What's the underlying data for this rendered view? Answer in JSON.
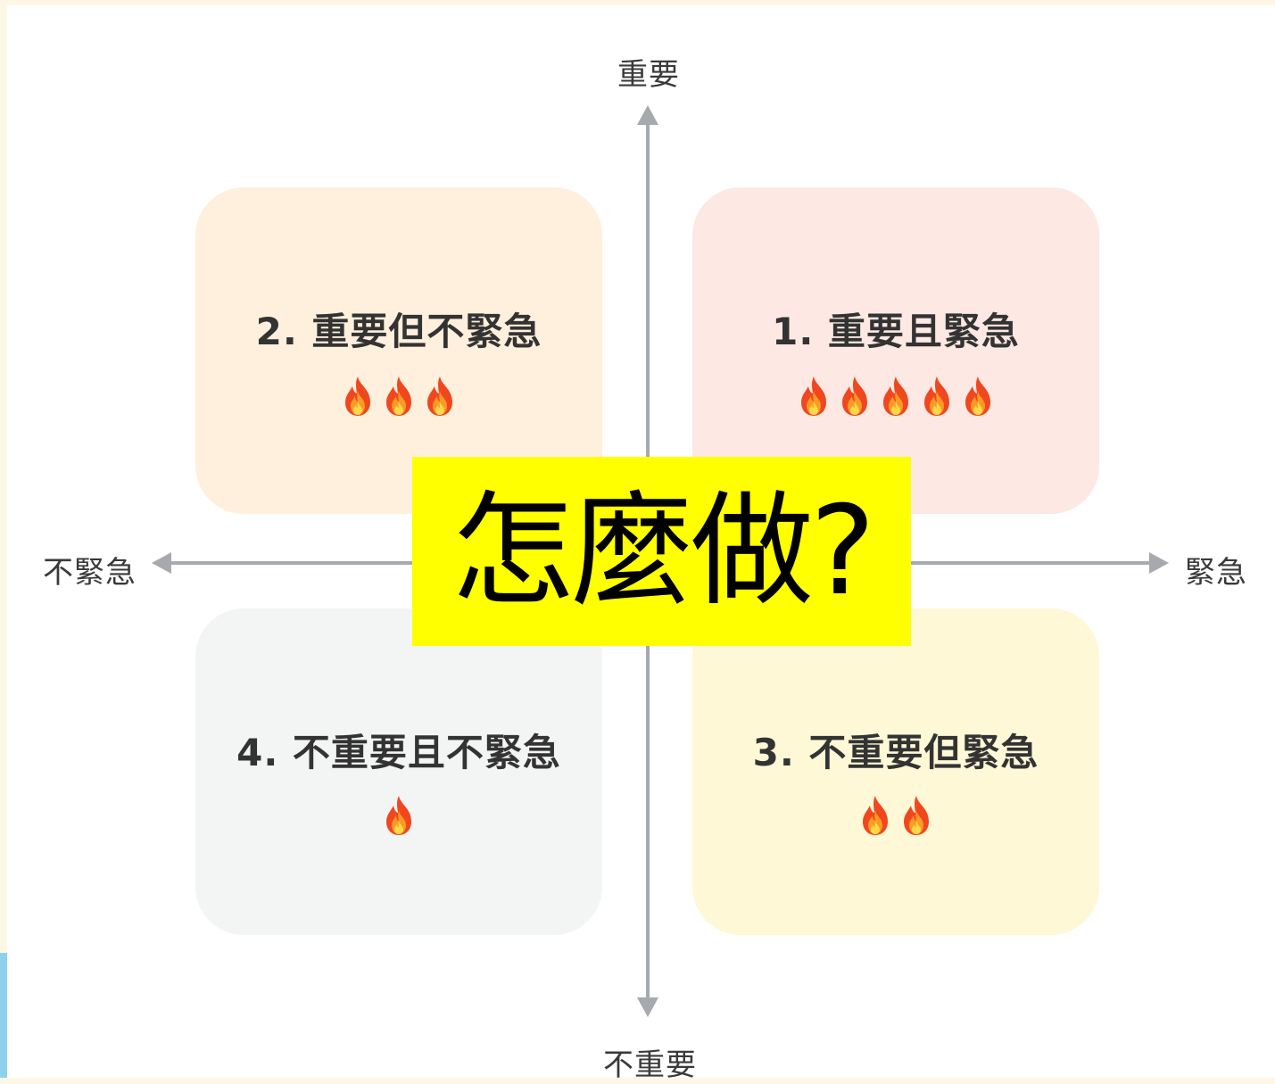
{
  "axes": {
    "top_label": "重要",
    "bottom_label": "不重要",
    "left_label": "不緊急",
    "right_label": "緊急"
  },
  "quadrants": [
    {
      "id": "q1",
      "title": "1. 重要且緊急",
      "fire_count": 5,
      "color": "#fde8e3"
    },
    {
      "id": "q2",
      "title": "2. 重要但不緊急",
      "fire_count": 3,
      "color": "#fef0dc"
    },
    {
      "id": "q3",
      "title": "3. 不重要但緊急",
      "fire_count": 2,
      "color": "#fef8d6"
    },
    {
      "id": "q4",
      "title": "4. 不重要且不緊急",
      "fire_count": 1,
      "color": "#f3f4f4"
    }
  ],
  "overlay": {
    "text": "怎麼做?",
    "background": "#ffff00"
  },
  "colors": {
    "axis": "#a6a9ae",
    "page_background": "#fdf8e6"
  },
  "icons": {
    "fire": "fire-icon"
  }
}
